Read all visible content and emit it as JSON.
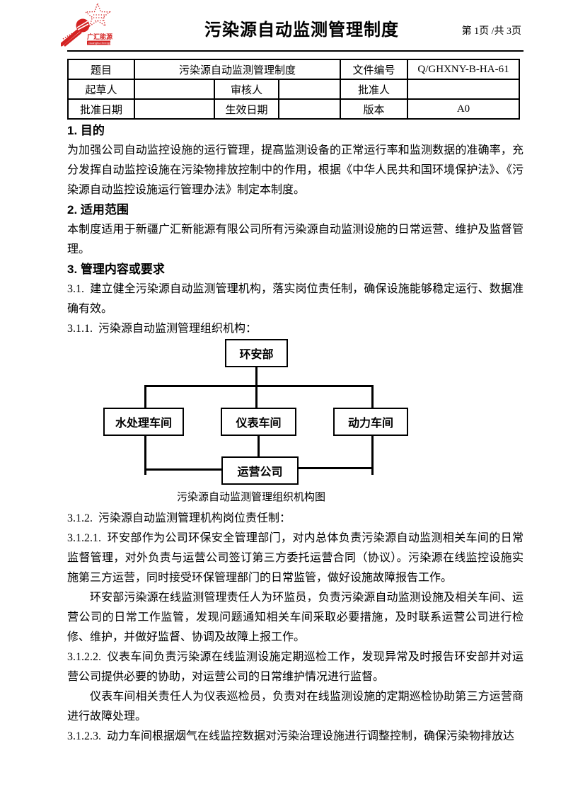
{
  "header": {
    "title": "污染源自动监测管理制度",
    "page_info": "第 1页 /共 3页",
    "logo": {
      "brand_text": "广汇能源",
      "brand_subtext": "Guanghui Energy",
      "brand_color": "#d42323"
    }
  },
  "doc_table": {
    "row1": {
      "c1": "题目",
      "c2": "污染源自动监测管理制度",
      "c3": "文件编号",
      "c4": "Q/GHXNY-B-HA-61"
    },
    "row2": {
      "c1": "起草人",
      "c2": "",
      "c3": "审核人",
      "c4": "",
      "c5": "批准人",
      "c6": ""
    },
    "row3": {
      "c1": "批准日期",
      "c2": "",
      "c3": "生效日期",
      "c4": "",
      "c5": "版本",
      "c6": "A0"
    }
  },
  "sections": {
    "s1_heading": "1. 目的",
    "s1_body": "为加强公司自动监控设施的运行管理，提高监测设备的正常运行率和监测数据的准确率，充分发挥自动监控设施在污染物排放控制中的作用，根据《中华人民共和国环境保护法》、《污染源自动监控设施运行管理办法》制定本制度。",
    "s2_heading": "2. 适用范围",
    "s2_body": "本制度适用于新疆广汇新能源有限公司所有污染源自动监测设施的日常运营、维护及监督管理。",
    "s3_heading": "3. 管理内容或要求",
    "s3_1": "3.1.  建立健全污染源自动监测管理机构，落实岗位责任制，确保设施能够稳定运行、数据准确有效。",
    "s3_1_1": "3.1.1.  污染源自动监测管理组织机构：",
    "s3_1_2": "3.1.2.  污染源自动监测管理机构岗位责任制：",
    "s3_1_2_1": "3.1.2.1.  环安部作为公司环保安全管理部门，对内总体负责污染源自动监测相关车间的日常监督管理，对外负责与运营公司签订第三方委托运营合同（协议）。污染源在线监控设施实施第三方运营，同时接受环保管理部门的日常监管，做好设施故障报告工作。",
    "s3_1_2_1_sub": "环安部污染源在线监测管理责任人为环监员，负责污染源自动监测设施及相关车间、运营公司的日常工作监管，发现问题通知相关车间采取必要措施，及时联系运营公司进行检修、维护，并做好监督、协调及故障上报工作。",
    "s3_1_2_2": "3.1.2.2.  仪表车间负责污染源在线监测设施定期巡检工作，发现异常及时报告环安部并对运营公司提供必要的协助，对运营公司的日常维护情况进行监督。",
    "s3_1_2_2_sub": "仪表车间相关责任人为仪表巡检员，负责对在线监测设施的定期巡检协助第三方运营商进行故障处理。",
    "s3_1_2_3": "3.1.2.3.  动力车间根据烟气在线监控数据对污染治理设施进行调整控制，确保污染物排放达"
  },
  "diagram": {
    "caption": "污染源自动监测管理组织机构图",
    "nodes": {
      "top": "环安部",
      "left": "水处理车间",
      "center": "仪表车间",
      "right": "动力车间",
      "bottom": "运营公司"
    }
  }
}
